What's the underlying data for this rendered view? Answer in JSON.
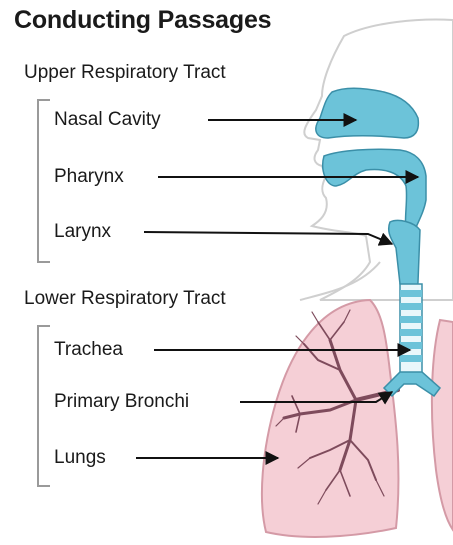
{
  "title": "Conducting Passages",
  "groups": [
    {
      "heading": "Upper Respiratory Tract",
      "parts": [
        "Nasal Cavity",
        "Pharynx",
        "Larynx"
      ]
    },
    {
      "heading": "Lower Respiratory Tract",
      "parts": [
        "Trachea",
        "Primary Bronchi",
        "Lungs"
      ]
    }
  ],
  "colors": {
    "airway": "#6cc3d9",
    "airway_outline": "#3b8fa8",
    "lung": "#f5cfd6",
    "lung_outline": "#d49aa6",
    "bronchioles": "#7e4b5c",
    "skin_outline": "#c9c9c9",
    "arrow": "#111111"
  }
}
